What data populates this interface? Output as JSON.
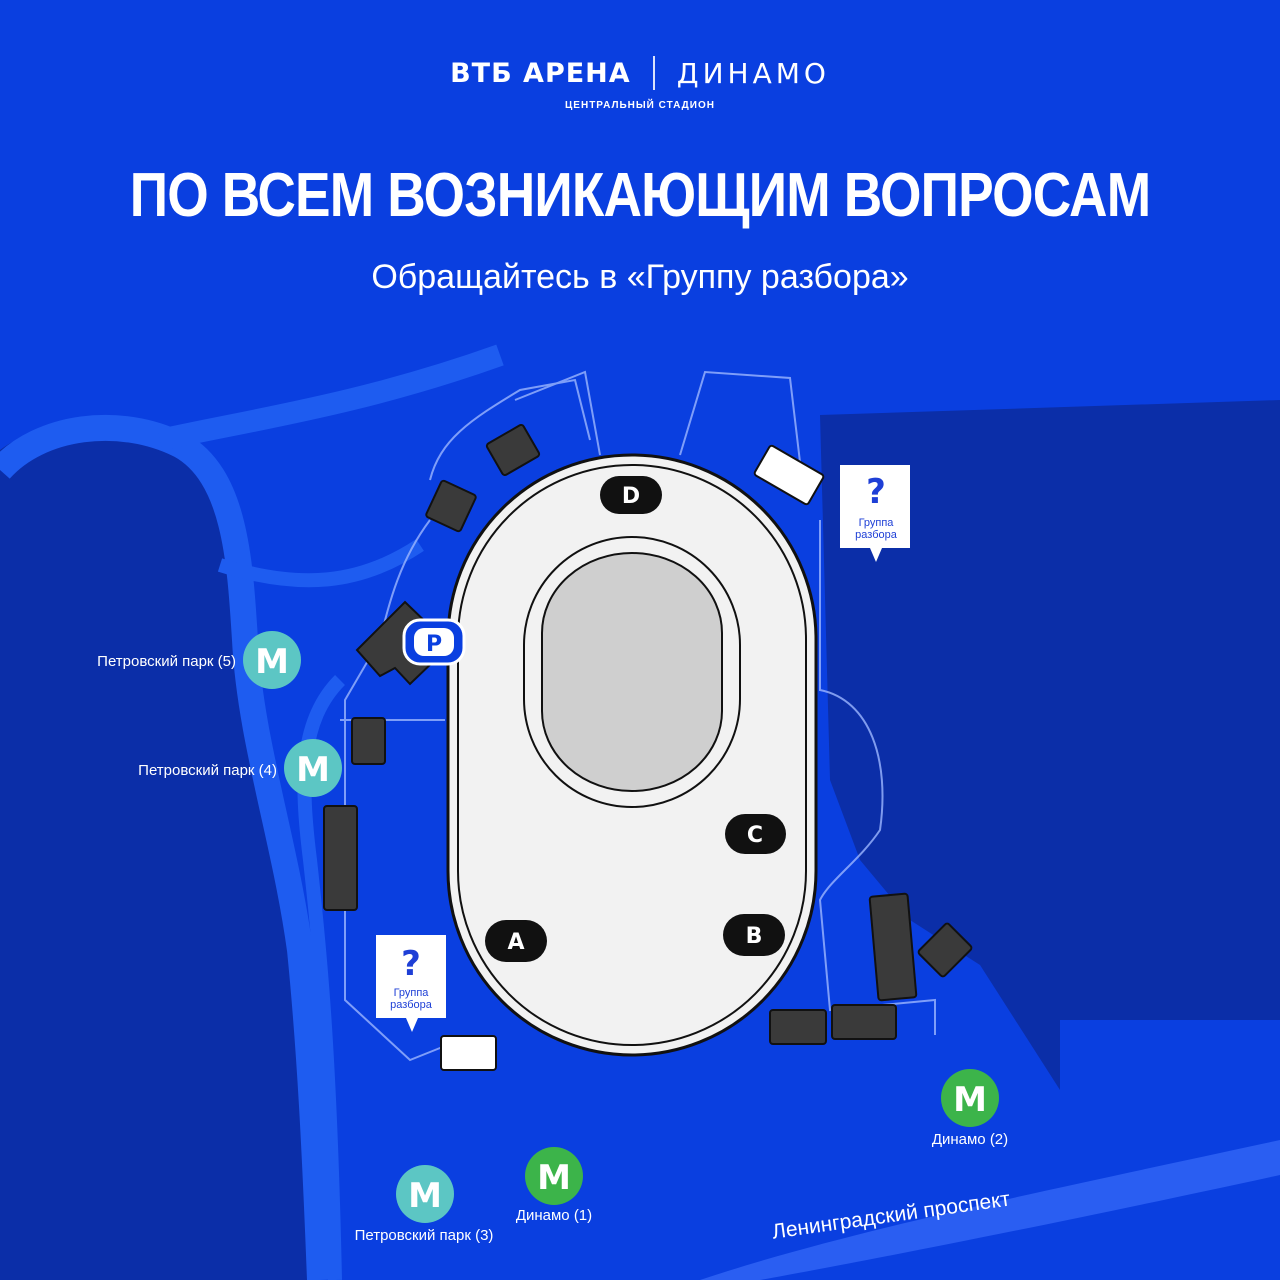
{
  "header": {
    "logo_left": "ВТБ АРЕНА",
    "logo_right": "ДИНАМО",
    "logo_sub": "ЦЕНТРАЛЬНЫЙ СТАДИОН",
    "headline": "ПО ВСЕМ  ВОЗНИКАЮЩИМ  ВОПРОСАМ",
    "subline": "Обращайтесь в «Группу разбора»"
  },
  "map": {
    "gates": {
      "d": "D",
      "c": "C",
      "b": "B",
      "a": "A"
    },
    "parking": "P",
    "info_points": {
      "symbol": "?",
      "label_line1": "Группа",
      "label_line2": "разбора"
    },
    "metro": {
      "symbol": "M",
      "petrovsky_5": "Петровский парк (5)",
      "petrovsky_4": "Петровский парк (4)",
      "petrovsky_3": "Петровский парк (3)",
      "dinamo_1": "Динамо (1)",
      "dinamo_2": "Динамо (2)"
    },
    "street": "Ленинградский проспект"
  },
  "colors": {
    "background": "#0a3fe0",
    "dark_zone": "#0b2ea8",
    "stadium": "#f2f2f2",
    "field": "#cfcfcf",
    "building": "#3a3a3a",
    "metro_teal": "#5cc6c4",
    "metro_green": "#3cb44a",
    "info_blue": "#1e3fd6"
  }
}
